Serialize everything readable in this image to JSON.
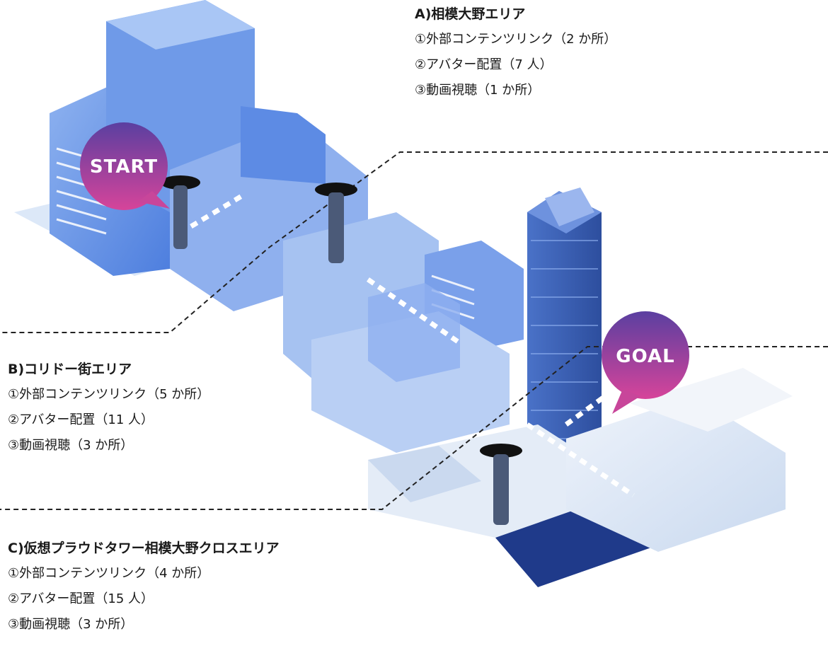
{
  "areas": {
    "a": {
      "title": "A)相模大野エリア",
      "items": [
        "①外部コンテンツリンク（2 か所）",
        "②アバター配置（7 人）",
        "③動画視聴（1 か所）"
      ]
    },
    "b": {
      "title": "B)コリドー街エリア",
      "items": [
        "①外部コンテンツリンク（5 か所）",
        "②アバター配置（11 人）",
        "③動画視聴（3 か所）"
      ]
    },
    "c": {
      "title": "C)仮想プラウドタワー相模大野クロスエリア",
      "items": [
        "①外部コンテンツリンク（4 か所）",
        "②アバター配置（15 人）",
        "③動画視聴（3 か所）"
      ]
    }
  },
  "markers": {
    "start": "START",
    "goal": "GOAL"
  },
  "colors": {
    "building_light": "#cfe0f7",
    "building_mid": "#6f9ae8",
    "building_dark": "#3f6fd8",
    "tower": "#3a5fb0",
    "bubble_top": "#5a3fa0",
    "bubble_bottom": "#d6449a",
    "ground": "#dde7f3"
  }
}
